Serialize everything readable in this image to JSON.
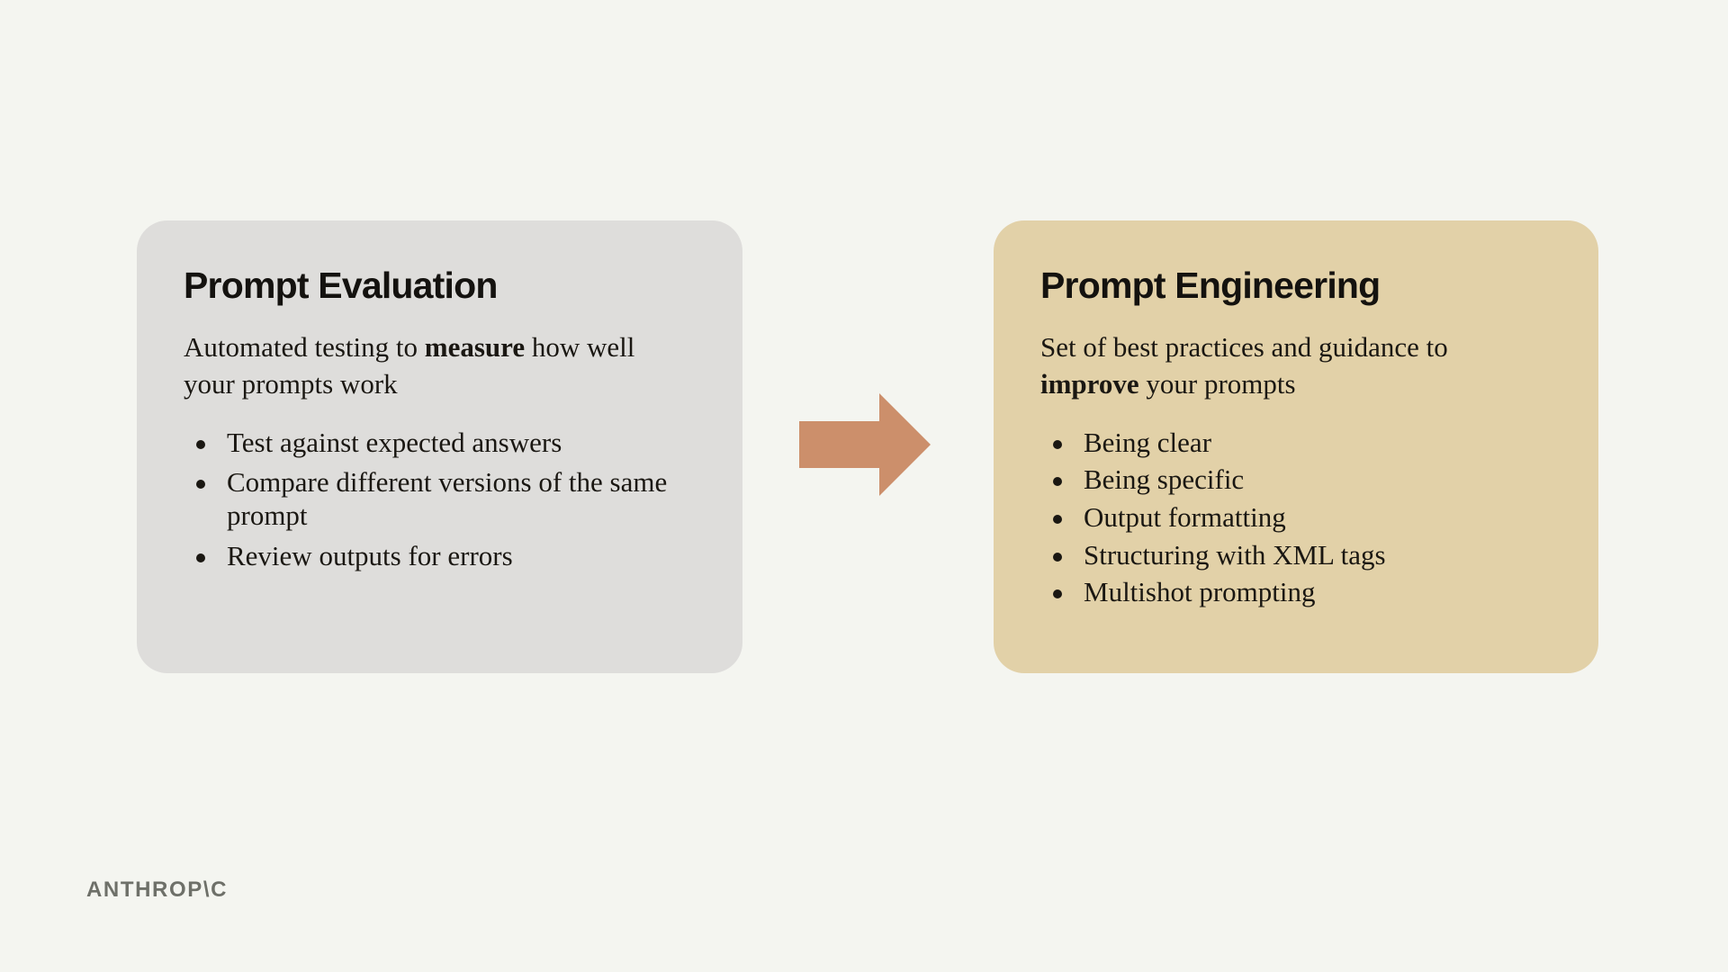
{
  "slide": {
    "background_color": "#f4f5f0",
    "logo": "ANTHROP\\C"
  },
  "cards": {
    "left": {
      "title": "Prompt Evaluation",
      "description_prefix": "Automated testing to ",
      "description_emphasis": "measure",
      "description_suffix": " how well your prompts work",
      "background_color": "#dedddb",
      "bullets": [
        "Test against expected answers",
        "Compare different versions of the same prompt",
        "Review outputs for errors"
      ]
    },
    "right": {
      "title": "Prompt Engineering",
      "description_prefix": "Set of best practices and guidance to ",
      "description_emphasis": "improve",
      "description_suffix": " your prompts",
      "background_color": "#e2d1a8",
      "bullets": [
        "Being clear",
        "Being specific",
        "Output formatting",
        "Structuring with XML tags",
        "Multishot prompting"
      ]
    }
  },
  "connector": {
    "type": "block-arrow-right",
    "color": "#cc8f6b"
  }
}
